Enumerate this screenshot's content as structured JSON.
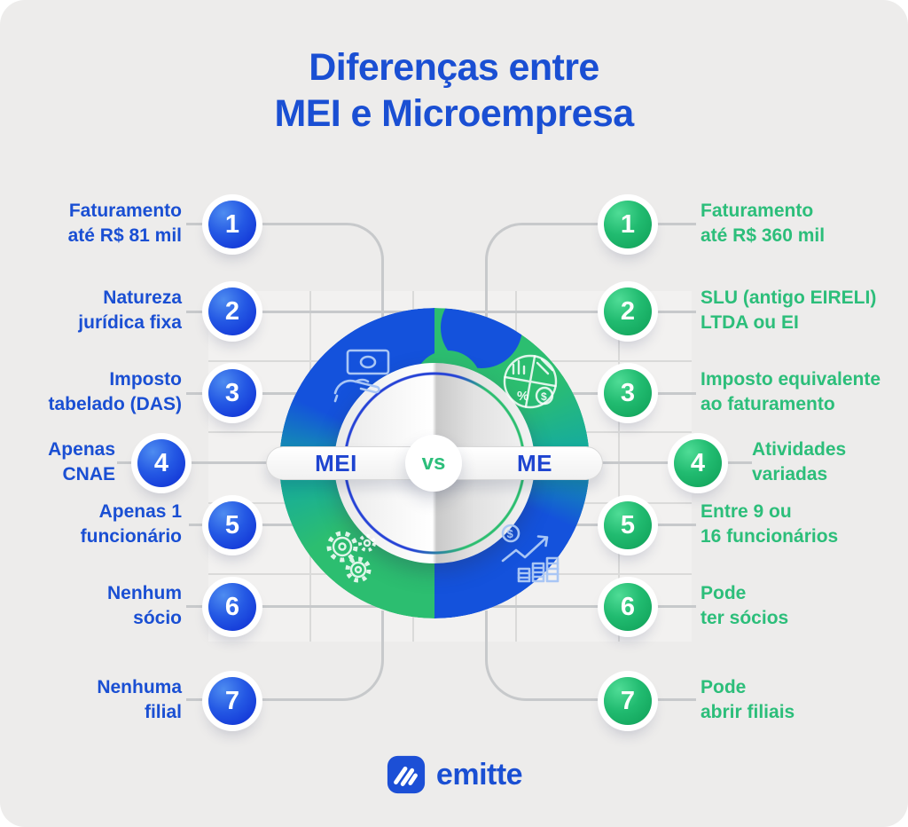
{
  "title": {
    "line1": "Diferenças entre",
    "line2": "MEI e Microempresa"
  },
  "banner": {
    "left": "MEI",
    "versus": "vs",
    "right": "ME"
  },
  "columns": {
    "left": {
      "entity": "MEI",
      "accent": "#1a4fd3",
      "items": [
        {
          "number": "1",
          "line1": "Faturamento",
          "line2": "até R$ 81 mil"
        },
        {
          "number": "2",
          "line1": "Natureza",
          "line2": "jurídica fixa"
        },
        {
          "number": "3",
          "line1": "Imposto",
          "line2": "tabelado (DAS)"
        },
        {
          "number": "4",
          "line1": "Apenas",
          "line2": "CNAE"
        },
        {
          "number": "5",
          "line1": "Apenas 1",
          "line2": "funcionário"
        },
        {
          "number": "6",
          "line1": "Nenhum",
          "line2": "sócio"
        },
        {
          "number": "7",
          "line1": "Nenhuma",
          "line2": "filial"
        }
      ]
    },
    "right": {
      "entity": "ME",
      "accent": "#2cbe7a",
      "items": [
        {
          "number": "1",
          "line1": "Faturamento",
          "line2": "até R$ 360 mil"
        },
        {
          "number": "2",
          "line1": "SLU (antigo EIRELI)",
          "line2": "LTDA ou EI"
        },
        {
          "number": "3",
          "line1": "Imposto equivalente",
          "line2": "ao faturamento"
        },
        {
          "number": "4",
          "line1": "Atividades",
          "line2": "variadas"
        },
        {
          "number": "5",
          "line1": "Entre 9 ou",
          "line2": "16 funcionários"
        },
        {
          "number": "6",
          "line1": "Pode",
          "line2": "ter sócios"
        },
        {
          "number": "7",
          "line1": "Pode",
          "line2": "abrir filiais"
        }
      ]
    }
  },
  "center_icons": [
    "money-in-hand-icon",
    "tax-pie-chart-icon",
    "gears-icon",
    "revenue-growth-icon"
  ],
  "footer": {
    "brand": "emitte"
  },
  "colors": {
    "blue": "#1a4fd3",
    "green": "#2cbe7a",
    "donut-blue": "#1452dc",
    "donut-teal": "#15ab9e",
    "donut-green": "#2cbe70",
    "line": "#c7c9cb",
    "bg": "#edeceb"
  }
}
